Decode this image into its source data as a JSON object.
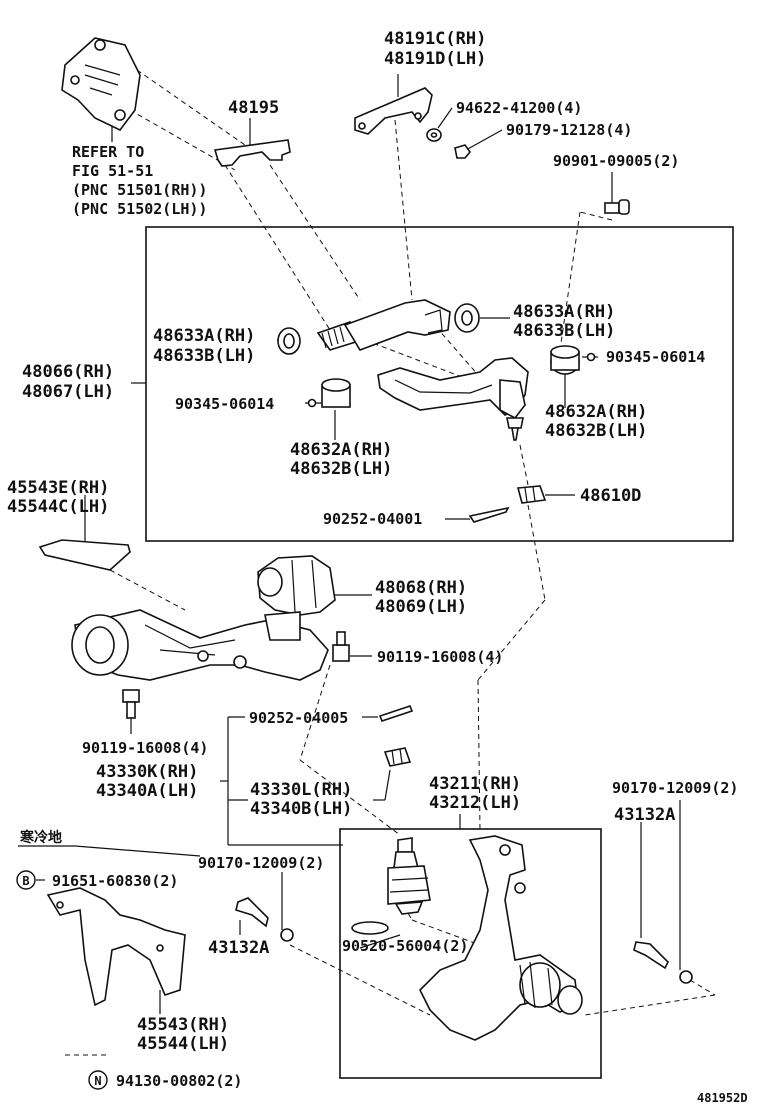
{
  "labels": {
    "p48191": [
      "48191C(RH)",
      "48191D(LH)"
    ],
    "p48195": "48195",
    "p94622": "94622-41200(4)",
    "p90179": "90179-12128(4)",
    "p90901": "90901-09005(2)",
    "refer": [
      "REFER TO",
      "FIG 51-51",
      "(PNC 51501(RH))",
      "(PNC 51502(LH))"
    ],
    "p48633_right": [
      "48633A(RH)",
      "48633B(LH)"
    ],
    "p48633_left": [
      "48633A(RH)",
      "48633B(LH)"
    ],
    "p90345_right": "90345-06014",
    "p90345_left": "90345-06014",
    "p48066": [
      "48066(RH)",
      "48067(LH)"
    ],
    "p48632_right": [
      "48632A(RH)",
      "48632B(LH)"
    ],
    "p48632_left": [
      "48632A(RH)",
      "48632B(LH)"
    ],
    "p48610": "48610D",
    "p90252_a": "90252-04001",
    "p45543e": [
      "45543E(RH)",
      "45544C(LH)"
    ],
    "p48068": [
      "48068(RH)",
      "48069(LH)"
    ],
    "p90119_right": "90119-16008(4)",
    "p90119_left": "90119-16008(4)",
    "p90252_b": "90252-04005",
    "p43330k": [
      "43330K(RH)",
      "43340A(LH)"
    ],
    "p43330l": [
      "43330L(RH)",
      "43340B(LH)"
    ],
    "p43211": [
      "43211(RH)",
      "43212(LH)"
    ],
    "p90170_right": "90170-12009(2)",
    "p43132_right": "43132A",
    "cold": "寒冷地",
    "p90170_left": "90170-12009(2)",
    "p91651": "91651-60830(2)",
    "badge_b": "B",
    "p43132_left": "43132A",
    "p90520": "90520-56004(2)",
    "p45543": [
      "45543(RH)",
      "45544(LH)"
    ],
    "p94130": "94130-00802(2)",
    "badge_n": "N",
    "fig_id": "481952D"
  }
}
